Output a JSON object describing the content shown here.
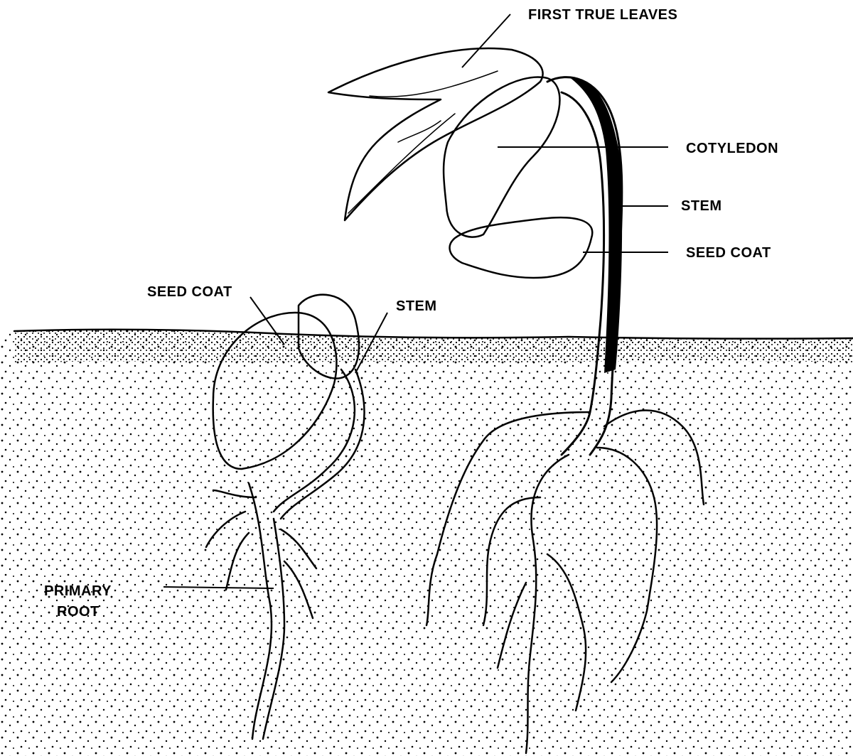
{
  "diagram": {
    "labels": {
      "first_true_leaves": "FIRST TRUE LEAVES",
      "cotyledon": "COTYLEDON",
      "stem_right": "STEM",
      "seed_coat_right": "SEED COAT",
      "seed_coat_left": "SEED COAT",
      "stem_left": "STEM",
      "primary_root_line1": "PRIMARY",
      "primary_root_line2": "ROOT"
    },
    "colors": {
      "ink": "#000000",
      "paper": "#ffffff"
    }
  }
}
